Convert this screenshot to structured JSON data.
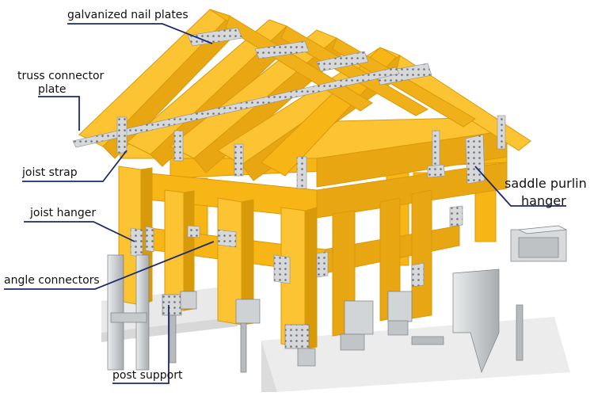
{
  "labels": {
    "galvanized_nail_plates": "galvanized nail plates",
    "truss_connector_line1": "truss connector",
    "truss_connector_line2": "plate",
    "joist_strap": "joist strap",
    "joist_hanger": "joist hanger",
    "angle_connectors": "angle connectors",
    "post_support": "post support",
    "saddle_purlin_line1": "saddle purlin",
    "saddle_purlin_line2": "hanger"
  },
  "colors": {
    "wood": "#f7b516",
    "wood_dark": "#d99a0a",
    "wood_light": "#fccb45",
    "metal": "#d4d6d8",
    "metal_dark": "#9a9ea2",
    "concrete": "#e7e7e7",
    "leader_line": "#1d2a6b"
  }
}
